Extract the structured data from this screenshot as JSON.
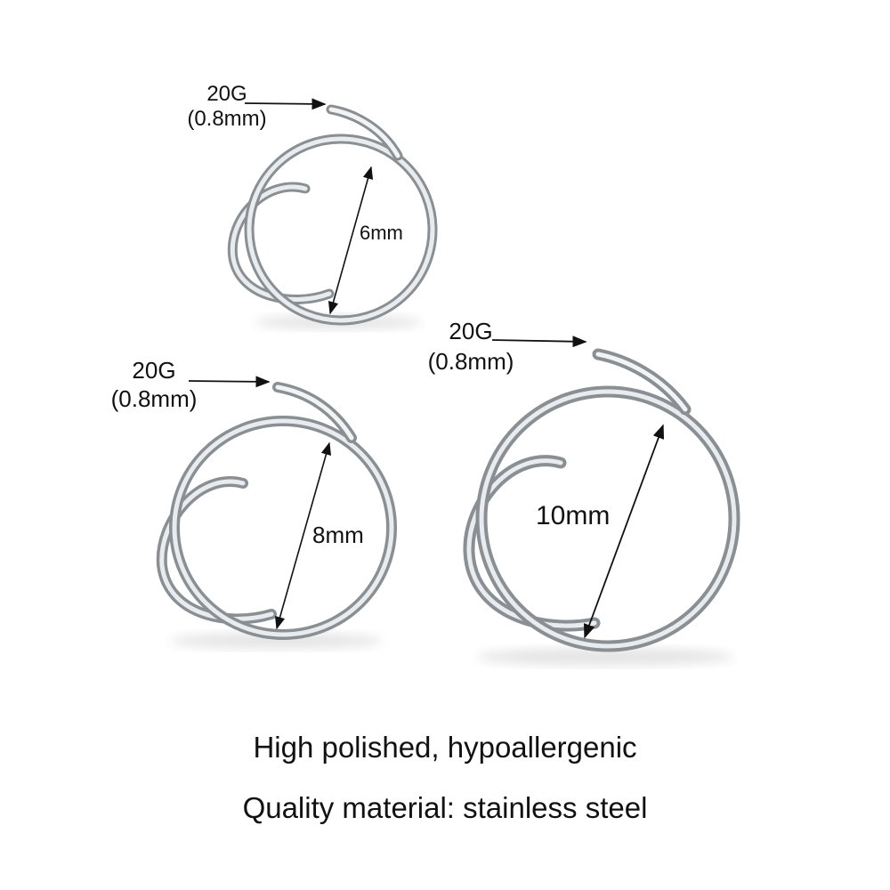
{
  "rings": [
    {
      "gauge": "20G",
      "gauge_mm": "(0.8mm)",
      "diameter": "6mm"
    },
    {
      "gauge": "20G",
      "gauge_mm": "(0.8mm)",
      "diameter": "8mm"
    },
    {
      "gauge": "20G",
      "gauge_mm": "(0.8mm)",
      "diameter": "10mm"
    }
  ],
  "captions": {
    "line1": "High polished, hypoallergenic",
    "line2": "Quality material: stainless steel"
  },
  "colors": {
    "background": "#ffffff",
    "metal_edge": "#7f8488",
    "metal_mid": "#c9cdd0",
    "metal_highlight": "#f6f7f8",
    "text": "#111111"
  }
}
